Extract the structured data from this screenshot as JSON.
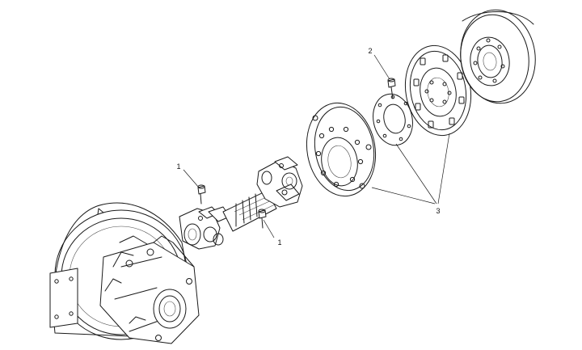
{
  "diagram": {
    "callouts": {
      "screw_upper": "1",
      "screw_lower": "1",
      "bolt": "2",
      "plates": "3"
    }
  }
}
